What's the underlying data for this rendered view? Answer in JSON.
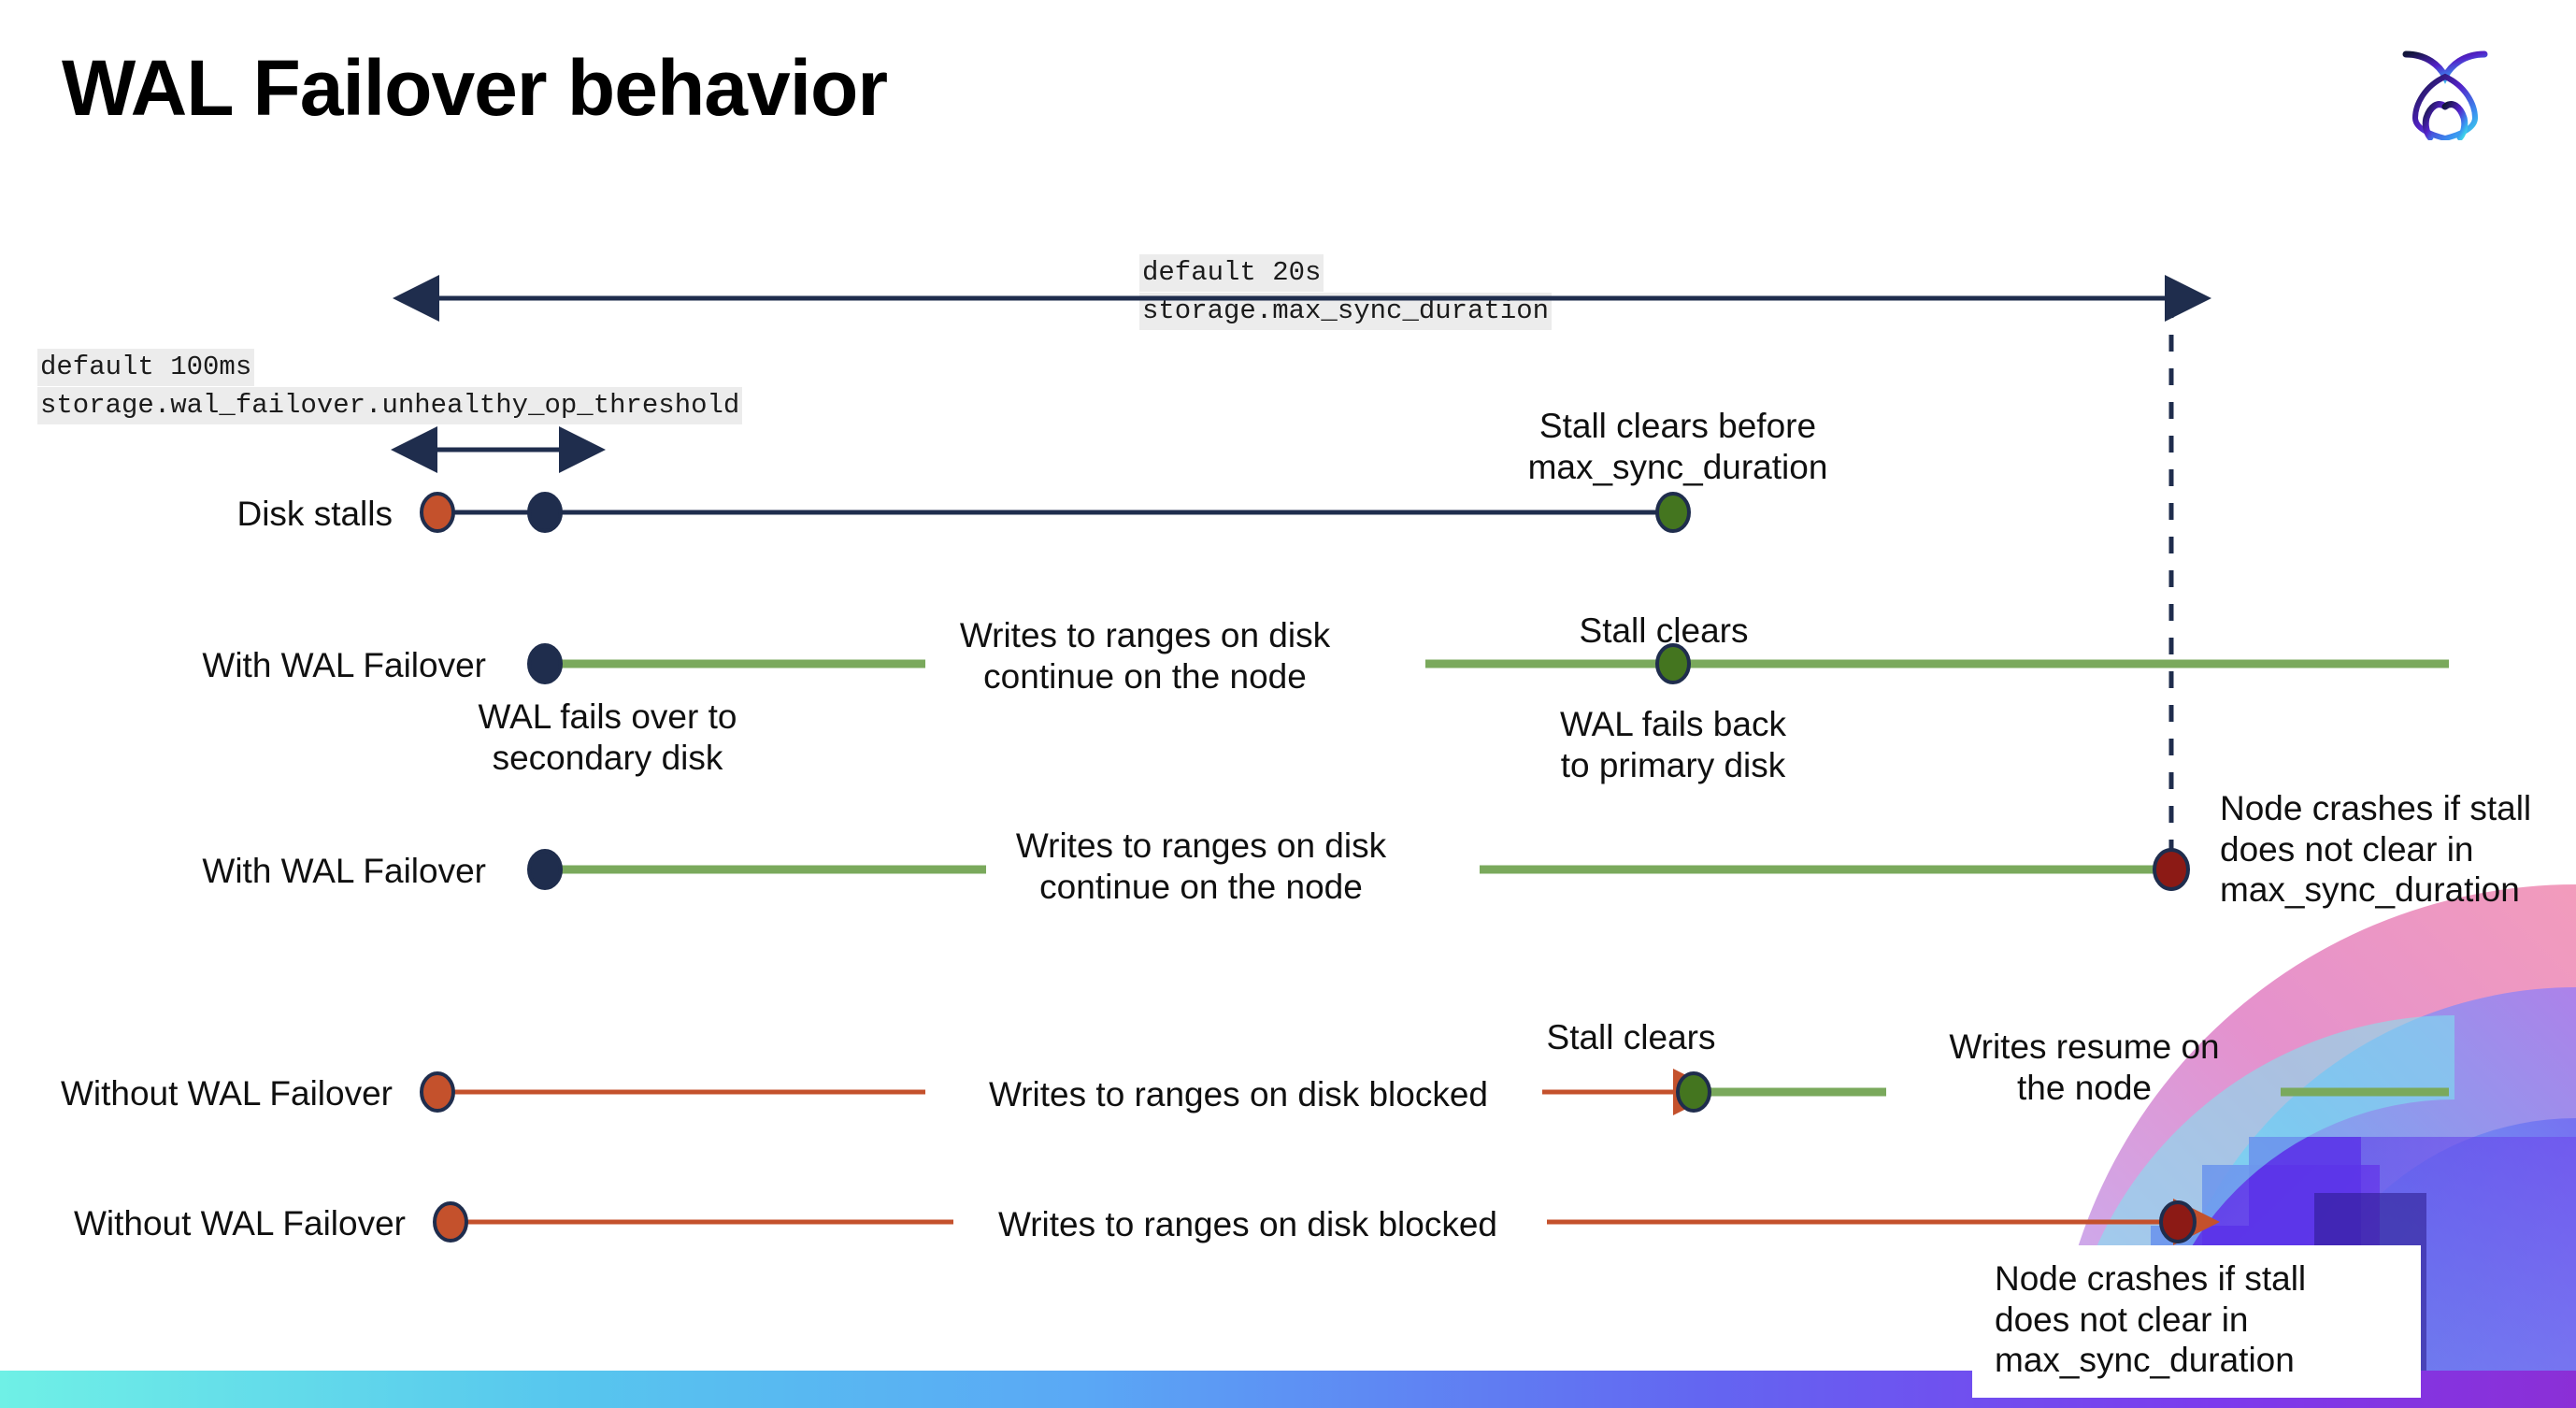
{
  "page": {
    "title": "WAL Failover behavior",
    "logo_name": "cockroachdb-logo"
  },
  "annotations": {
    "max_sync_default": "default 20s",
    "max_sync_setting": "storage.max_sync_duration",
    "unhealthy_default": "default 100ms",
    "unhealthy_setting": "storage.wal_failover.unhealthy_op_threshold"
  },
  "rows": [
    {
      "label": "Disk stalls"
    },
    {
      "label": "With WAL Failover"
    },
    {
      "label": "With WAL Failover"
    },
    {
      "label": "Without WAL Failover"
    },
    {
      "label": "Without WAL Failover"
    }
  ],
  "callouts": {
    "stall_clears_before": "Stall clears before\nmax_sync_duration",
    "stall_clears_1": "Stall clears",
    "stall_clears_2": "Stall clears",
    "wal_fails_over": "WAL fails over to\nsecondary disk",
    "wal_fails_back": "WAL fails  back\nto primary disk",
    "writes_continue_1": "Writes to ranges on disk\ncontinue on the node",
    "writes_continue_2": "Writes to ranges on disk\ncontinue on the node",
    "writes_blocked_1": "Writes to ranges on disk  blocked",
    "writes_blocked_2": "Writes to ranges on disk  blocked",
    "writes_resume": "Writes resume on\nthe node",
    "node_crashes_1": "Node crashes if stall\ndoes not clear in\nmax_sync_duration",
    "node_crashes_2": "Node crashes if stall\ndoes not clear in\nmax_sync_duration"
  },
  "colors": {
    "navy": "#1f2d4d",
    "orange": "#c4512c",
    "green_dot": "#44751f",
    "green_line": "#7aa95c",
    "red_dot": "#8c1a15",
    "chip_bg": "#ececec",
    "text": "#101010",
    "bar_start": "#6ff0e6",
    "bar_end": "#8b2fd6"
  }
}
